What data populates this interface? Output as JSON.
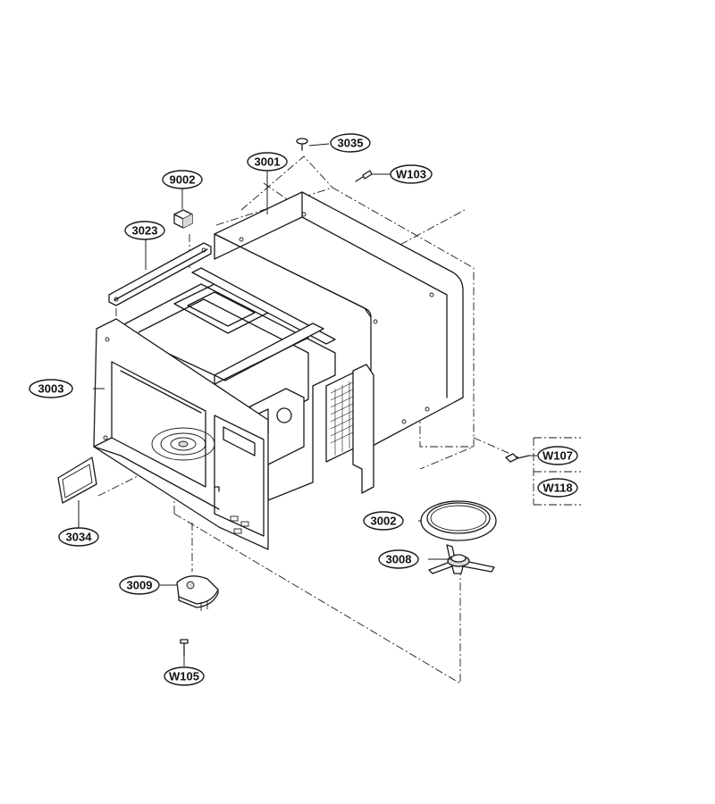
{
  "callouts": {
    "c3035": "3035",
    "c3001": "3001",
    "cW103": "W103",
    "c9002": "9002",
    "c3023": "3023",
    "c3003": "3003",
    "c3034": "3034",
    "c3002": "3002",
    "c3008": "3008",
    "cW107": "W107",
    "cW118": "W118",
    "c3009": "3009",
    "cW105": "W105"
  }
}
